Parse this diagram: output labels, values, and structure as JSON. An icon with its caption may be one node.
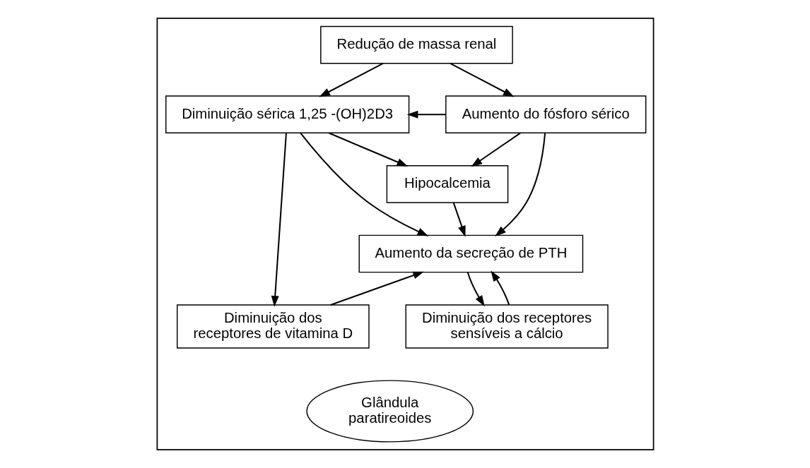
{
  "diagram": {
    "nodes": [
      {
        "text": [],
        "shape": "box"
      },
      {
        "text": [
          "Redução de massa renal"
        ],
        "in": 0
      },
      {
        "text": [
          "Diminuição sérica 1,25 -(OH)2D3"
        ],
        "in": 0
      },
      {
        "text": [
          "Aumento do fósforo sérico"
        ],
        "in": 0
      },
      {
        "text": [
          "Hipocalcemia"
        ],
        "in": 0
      },
      {
        "text": [
          "Aumento da secreção de PTH"
        ],
        "in": 0
      },
      {
        "text": [
          "Diminuição dos receptores de vitamina D"
        ],
        "in": 0
      },
      {
        "text": [
          "Diminuição dos receptores sensíveis a cálcio"
        ],
        "in": 0
      },
      {
        "text": [
          "Glândula paratireoides"
        ],
        "in": 0
      }
    ],
    "edges": [
      {
        "from": 1,
        "to": 2,
        "arrow": "to"
      },
      {
        "from": 1,
        "to": 3,
        "arrow": "to"
      },
      {
        "from": 3,
        "to": 2,
        "arrow": "to"
      },
      {
        "from": 2,
        "to": 4,
        "arrow": "to"
      },
      {
        "from": 3,
        "to": 4,
        "arrow": "to"
      },
      {
        "from": 2,
        "to": 5,
        "arrow": "to"
      },
      {
        "from": 4,
        "to": 5,
        "arrow": "to"
      },
      {
        "from": 3,
        "to": 5,
        "arrow": "to"
      },
      {
        "from": 2,
        "to": 6,
        "arrow": "to"
      },
      {
        "from": 6,
        "to": 5,
        "arrow": "to"
      },
      {
        "from": 5,
        "to": 7,
        "arrow": "to"
      },
      {
        "from": 7,
        "to": 5,
        "arrow": "to"
      }
    ]
  }
}
